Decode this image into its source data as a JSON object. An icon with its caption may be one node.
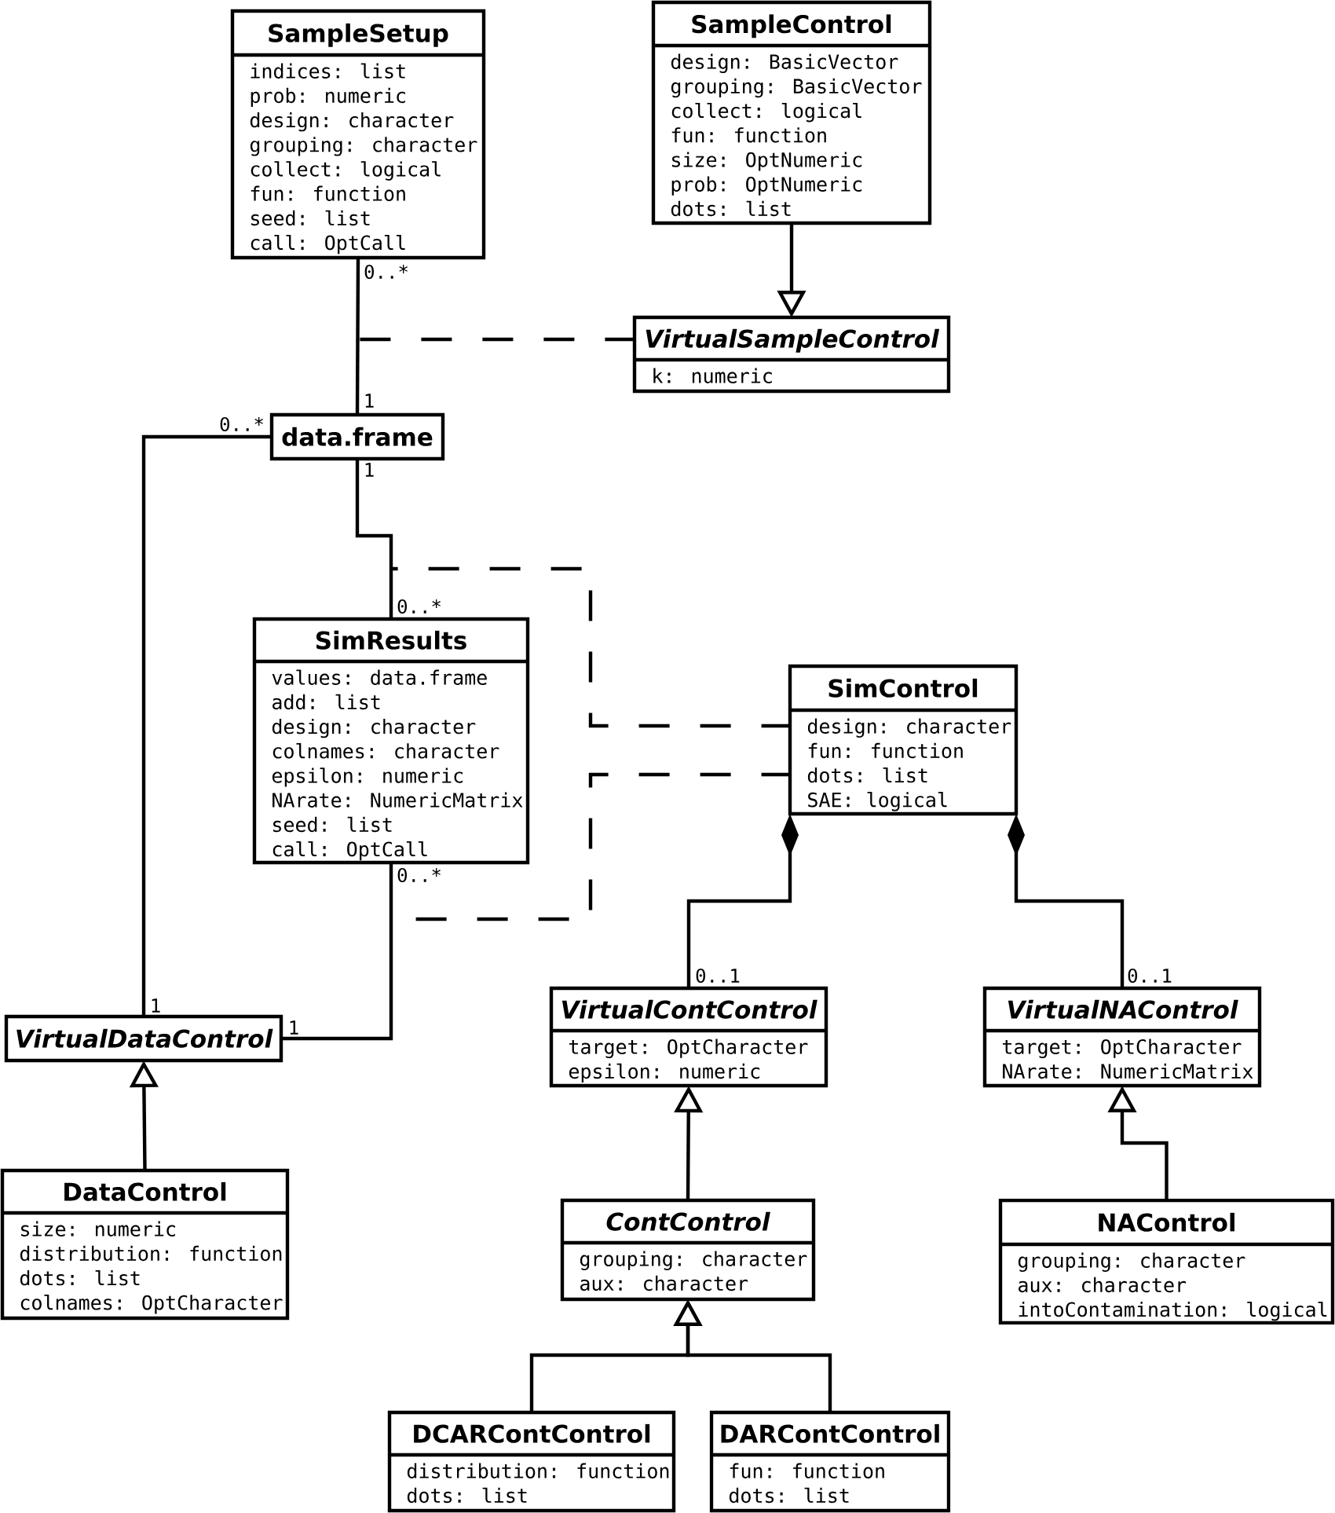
{
  "diagram": {
    "nodes": [
      {
        "text": [
          "SampleSetup",
          "indices: list",
          "prob: numeric",
          "design: character",
          "grouping: character",
          "collect: logical",
          "fun: function",
          "seed: list",
          "call: OptCall"
        ]
      },
      {
        "text": [
          "SampleControl",
          "design: BasicVector",
          "grouping: BasicVector",
          "collect: logical",
          "fun: function",
          "size: OptNumeric",
          "prob: OptNumeric",
          "dots: list"
        ]
      },
      {
        "text": [
          "VirtualSampleControl",
          "k: numeric"
        ]
      },
      {
        "text": [
          "data.frame"
        ]
      },
      {
        "text": [
          "SimResults",
          "values: data.frame",
          "add: list",
          "design: character",
          "colnames: character",
          "epsilon: numeric",
          "NArate: NumericMatrix",
          "seed: list",
          "call: OptCall"
        ]
      },
      {
        "text": [
          "SimControl",
          "design: character",
          "fun: function",
          "dots: list",
          "SAE: logical"
        ]
      },
      {
        "text": [
          "VirtualDataControl"
        ]
      },
      {
        "text": [
          "VirtualContControl",
          "target: OptCharacter",
          "epsilon: numeric"
        ]
      },
      {
        "text": [
          "VirtualNAControl",
          "target: OptCharacter",
          "NArate: NumericMatrix"
        ]
      },
      {
        "text": [
          "DataControl",
          "size: numeric",
          "distribution: function",
          "dots: list",
          "colnames: OptCharacter"
        ]
      },
      {
        "text": [
          "ContControl",
          "grouping: character",
          "aux: character"
        ]
      },
      {
        "text": [
          "NAControl",
          "grouping: character",
          "aux: character",
          "intoContamination: logical"
        ]
      },
      {
        "text": [
          "DCARContControl",
          "distribution: function",
          "dots: list"
        ]
      },
      {
        "text": [
          "DARContControl",
          "fun: function",
          "dots: list"
        ]
      }
    ],
    "edges": [
      {
        "from": 0,
        "to": 3,
        "arrow": "none"
      },
      {
        "from": null,
        "to": 2,
        "arrow": "none",
        "style": "dashed"
      },
      {
        "from": 1,
        "to": 2,
        "arrow": "to"
      },
      {
        "from": 3,
        "to": 6,
        "arrow": "none"
      },
      {
        "from": 3,
        "to": 4,
        "arrow": "none"
      },
      {
        "from": null,
        "to": 5,
        "arrow": "none",
        "style": "dashed"
      },
      {
        "from": 4,
        "to": 6,
        "arrow": "none"
      },
      {
        "from": null,
        "to": 5,
        "arrow": "none",
        "style": "dashed"
      },
      {
        "from": 7,
        "to": 5,
        "arrow": "other"
      },
      {
        "from": 8,
        "to": 5,
        "arrow": "other"
      },
      {
        "from": 9,
        "to": 6,
        "arrow": "to"
      },
      {
        "from": 10,
        "to": 7,
        "arrow": "to"
      },
      {
        "from": 11,
        "to": 8,
        "arrow": "to"
      },
      {
        "from": 12,
        "to": 10,
        "arrow": "to"
      },
      {
        "from": 13,
        "to": 10,
        "arrow": "to"
      }
    ],
    "labels": [
      "0..*",
      "1",
      "0..*",
      "1",
      "0..*",
      "0..*",
      "0..1",
      "0..1",
      "1",
      "1"
    ]
  }
}
